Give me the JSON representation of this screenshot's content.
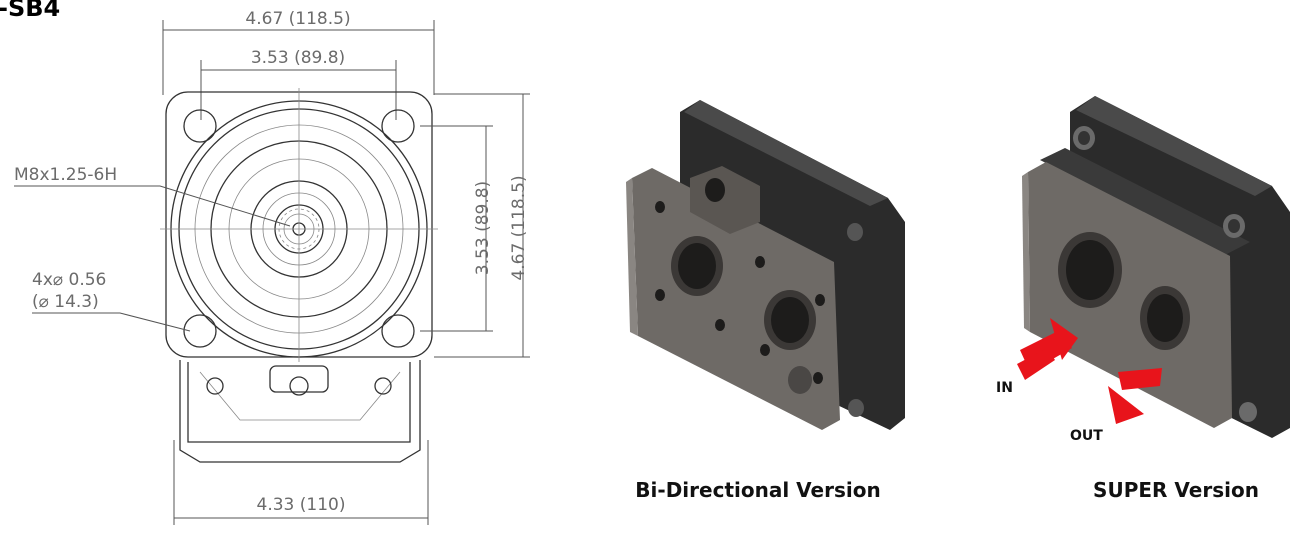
{
  "title_fragment": "-SB4",
  "dimensions": {
    "top_overall": "4.67 (118.5)",
    "top_bolt": "3.53 (89.8)",
    "right_bolt": "3.53 (89.8)",
    "right_overall": "4.67 (118.5)",
    "bottom_width": "4.33 (110)",
    "thread_callout": "M8x1.25-6H",
    "hole_count_line1": "4x⌀ 0.56",
    "hole_count_line2": "(⌀ 14.3)"
  },
  "captions": {
    "bi_directional": "Bi-Directional Version",
    "super": "SUPER Version"
  },
  "arrows": {
    "in_label": "IN",
    "out_label": "OUT",
    "color": "#e8141b"
  },
  "colors": {
    "body_dark": "#2b2b2b",
    "plate_gray": "#6e6a66"
  }
}
